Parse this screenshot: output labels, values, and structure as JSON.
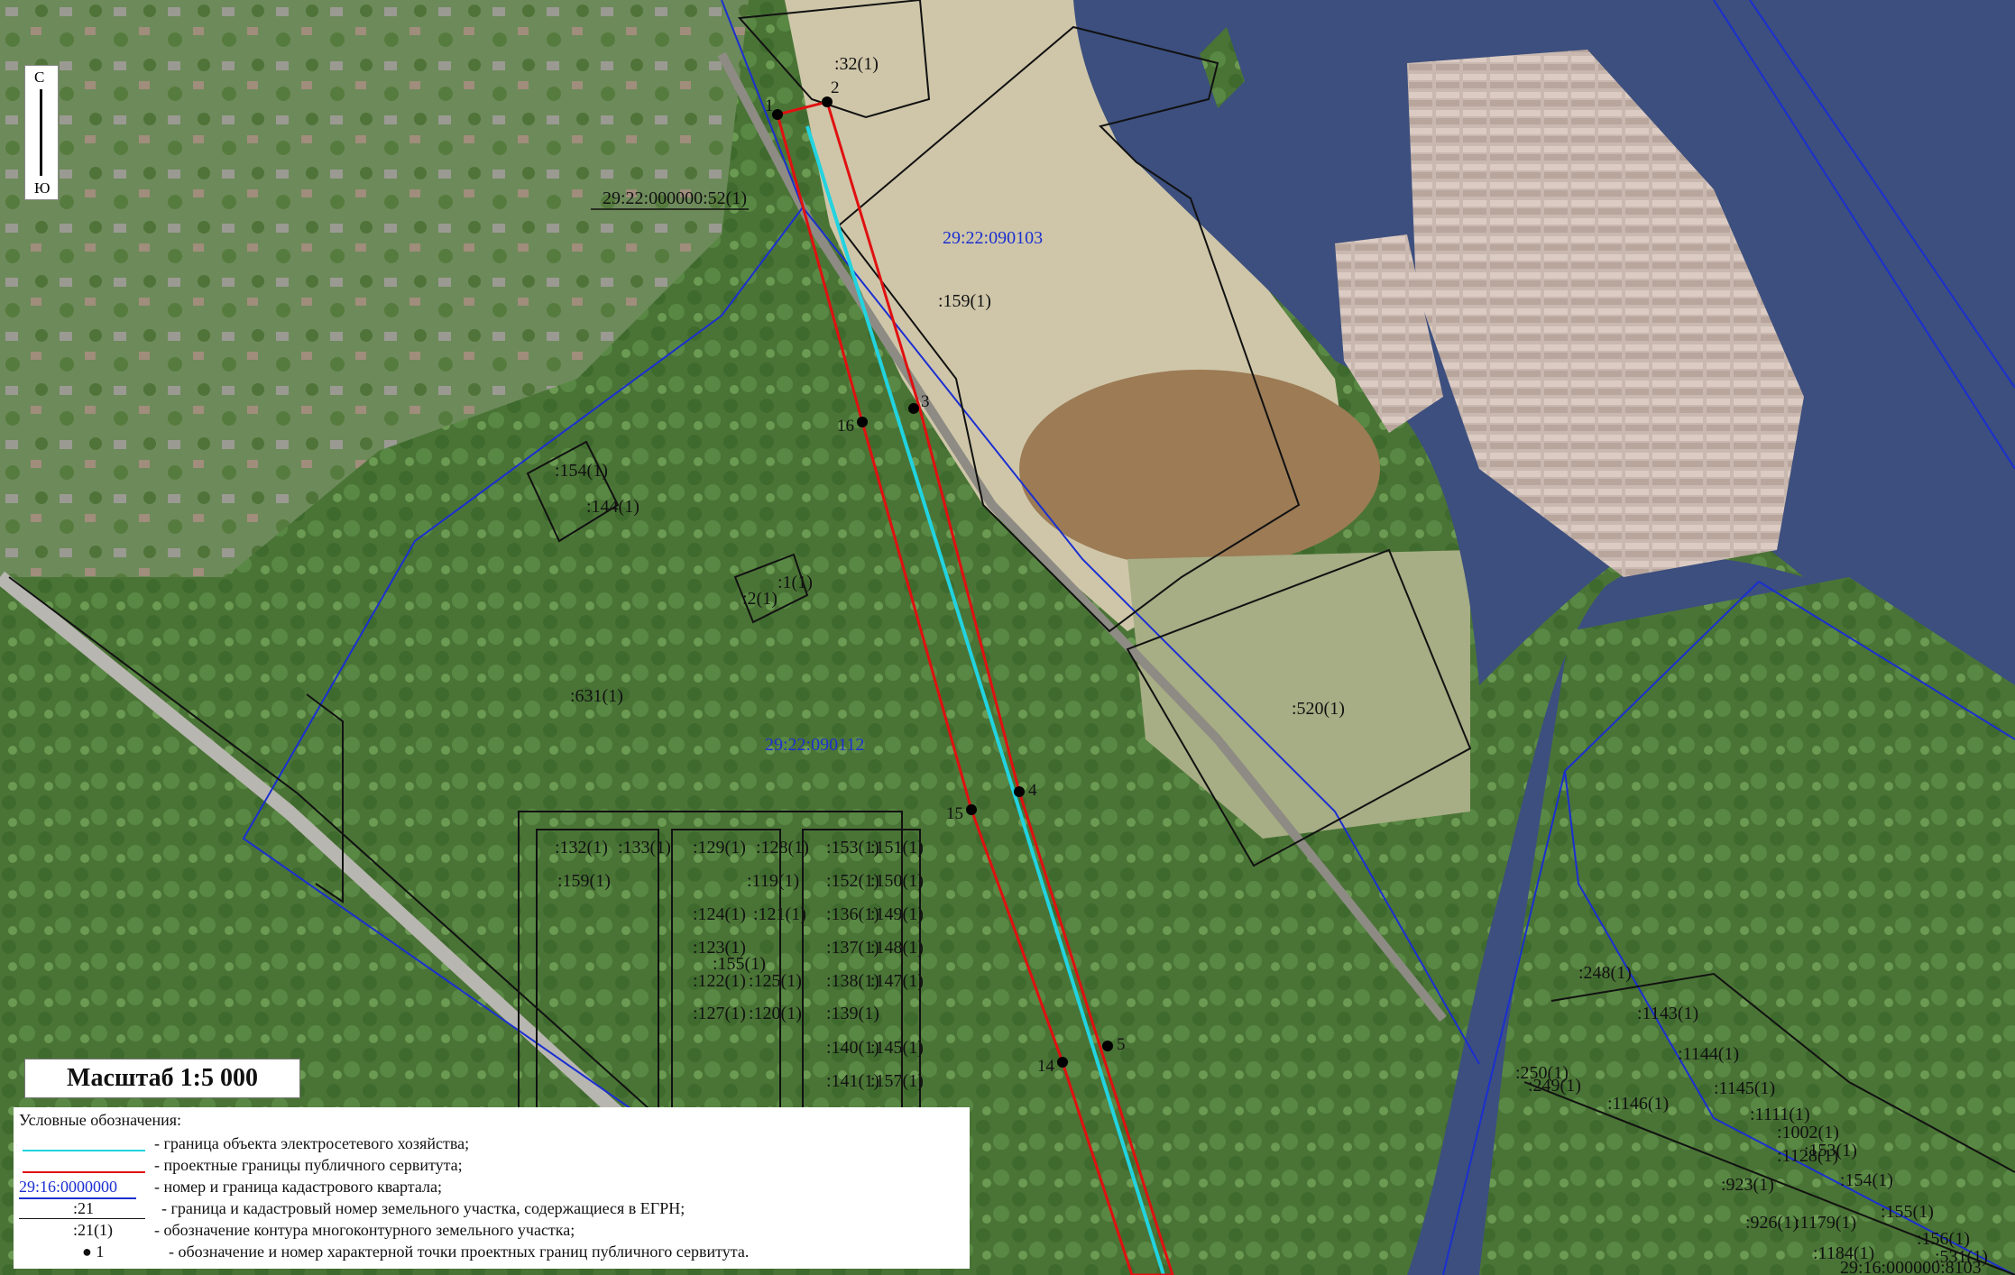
{
  "map": {
    "scale_label": "Масштаб 1:5 000",
    "north_label": "С",
    "south_label": "Ю",
    "colors": {
      "easement_boundary": "#e01010",
      "power_object": "#22d3e0",
      "cadastral_quarter": "#1b2fd0",
      "parcel_boundary": "#111111",
      "water": "#3c4f7e",
      "forest": "#4f7a3b",
      "clearing": "#b5a98c"
    },
    "quarter_labels": [
      {
        "text": "29:22:090103"
      },
      {
        "text": "29:22:090112"
      }
    ],
    "parcel_labels": [
      ":32(1)",
      "29:22:000000:52(1)",
      ":159(1)",
      ":154(1)",
      ":144(1)",
      ":1(1)",
      ":2(1)",
      ":631(1)",
      ":520(1)",
      ":132(1)",
      ":133(1)",
      ":159(1)",
      ":129(1)",
      ":128(1)",
      ":119(1)",
      ":124(1)",
      ":121(1)",
      ":123(1)",
      ":155(1)",
      ":122(1)",
      ":125(1)",
      ":127(1)",
      ":120(1)",
      ":153(1)",
      ":151(1)",
      ":152(1)",
      ":150(1)",
      ":136(1)",
      ":149(1)",
      ":137(1)",
      ":148(1)",
      ":138(1)",
      ":147(1)",
      ":139(1)",
      ":140(1)",
      ":145(1)",
      ":141(1)",
      ":157(1)",
      ":248(1)",
      ":1143(1)",
      ":1144(1)",
      ":250(1)",
      ":249(1)",
      ":1146(1)",
      ":1145(1)",
      ":1111(1)",
      ":1002(1)",
      ":153(1)",
      ":1128(1)",
      ":923(1)",
      ":154(1)",
      ":926(1)",
      ":1179(1)",
      ":155(1)",
      ":1184(1)",
      ":156(1)",
      ":531(1)",
      "29:16:000000:8103"
    ],
    "points": [
      {
        "num": "1"
      },
      {
        "num": "2"
      },
      {
        "num": "3"
      },
      {
        "num": "16"
      },
      {
        "num": "4"
      },
      {
        "num": "15"
      },
      {
        "num": "5"
      },
      {
        "num": "14"
      }
    ]
  },
  "legend": {
    "title": "Условные обозначения:",
    "rows": [
      {
        "symbol_text": "",
        "text": "- граница объекта электросетевого хозяйства;"
      },
      {
        "symbol_text": "",
        "text": "- проектные границы публичного сервитута;"
      },
      {
        "symbol_text": "29:16:0000000",
        "text": "- номер и граница кадастрового квартала;"
      },
      {
        "symbol_text": ":21",
        "text": "- граница и кадастровый номер земельного участка, содержащиеся в ЕГРН;"
      },
      {
        "symbol_text": ":21(1)",
        "text": "- обозначение контура многоконтурного земельного участка;"
      },
      {
        "symbol_text": "● 1",
        "text": "- обозначение и номер характерной точки проектных границ публичного сервитута."
      }
    ]
  }
}
